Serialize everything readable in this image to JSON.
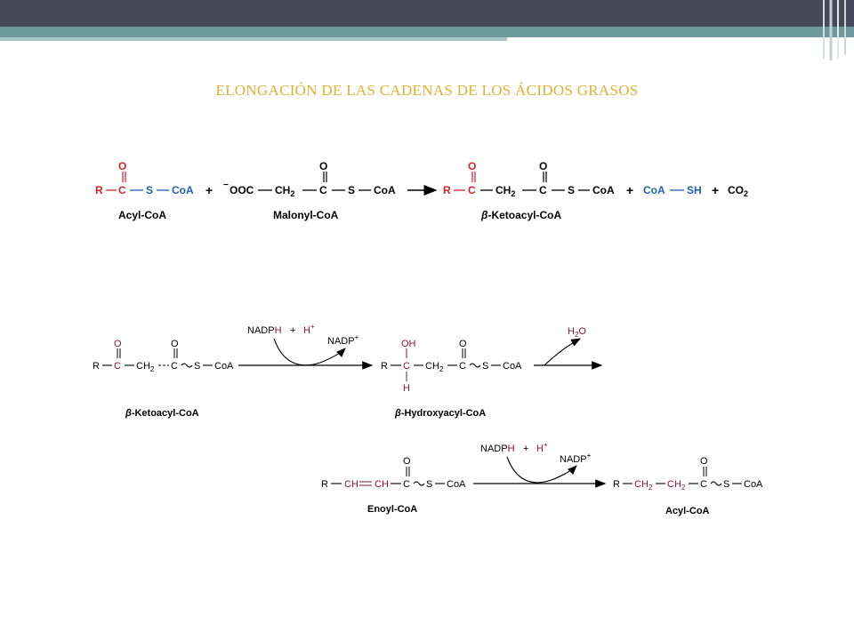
{
  "slide": {
    "title": "ELONGACIÓN DE LAS CADENAS DE LOS ÁCIDOS GRASOS",
    "colors": {
      "header": "#474a5b",
      "stripe": "#6d9a9a",
      "title": "#e0b030",
      "red": "#d2232a",
      "blue": "#1f5fae",
      "maroon": "#8a1538"
    }
  },
  "reaction1": {
    "acyl_coa": {
      "R": "R",
      "C": "C",
      "O": "O",
      "S": "S",
      "CoA": "CoA",
      "label": "Acyl-CoA"
    },
    "plus1": "+",
    "malonyl": {
      "OOC": "OOC",
      "minus": "−",
      "CH2": "CH",
      "sub2": "2",
      "C": "C",
      "O": "O",
      "S": "S",
      "CoA": "CoA",
      "label": "Malonyl-CoA"
    },
    "ketoacyl": {
      "R": "R",
      "C1": "C",
      "O1": "O",
      "CH2": "CH",
      "sub2": "2",
      "C2": "C",
      "O2": "O",
      "S": "S",
      "CoA": "CoA",
      "label_beta": "β",
      "label": "-Ketoacyl-CoA"
    },
    "plus2": "+",
    "coash": {
      "CoA": "CoA",
      "SH": "SH"
    },
    "plus3": "+",
    "co2": {
      "CO": "CO",
      "sub2": "2"
    }
  },
  "reaction2": {
    "ketoacyl": {
      "R": "R",
      "C1": "C",
      "O1": "O",
      "CH2": "CH",
      "sub2": "2",
      "C2": "C",
      "O2": "O",
      "S": "S",
      "CoA": "CoA",
      "label_beta": "β",
      "label": "-Ketoacyl-CoA"
    },
    "nadph": "NADP",
    "nadph_h": "H",
    "plus": "+",
    "H": "H",
    "hplus": "+",
    "nadp": "NADP",
    "nadp_plus": "+",
    "hydroxyacyl": {
      "R": "R",
      "OH": "OH",
      "C1": "C",
      "H": "H",
      "CH2": "CH",
      "sub2": "2",
      "C2": "C",
      "O2": "O",
      "S": "S",
      "CoA": "CoA",
      "label_beta": "β",
      "label": "-Hydroxyacyl-CoA"
    },
    "water": {
      "H": "H",
      "sub2": "2",
      "O": "O"
    }
  },
  "reaction3": {
    "enoyl": {
      "R": "R",
      "CH1": "CH",
      "CH2": "CH",
      "C": "C",
      "O": "O",
      "S": "S",
      "CoA": "CoA",
      "label": "Enoyl-CoA"
    },
    "nadph": "NADP",
    "nadph_h": "H",
    "plus": "+",
    "H": "H",
    "hplus": "+",
    "nadp": "NADP",
    "nadp_plus": "+",
    "acyl": {
      "R": "R",
      "CH2a": "CH",
      "sub2a": "2",
      "CH2b": "CH",
      "sub2b": "2",
      "C": "C",
      "O": "O",
      "S": "S",
      "CoA": "CoA",
      "label": "Acyl-CoA"
    }
  }
}
